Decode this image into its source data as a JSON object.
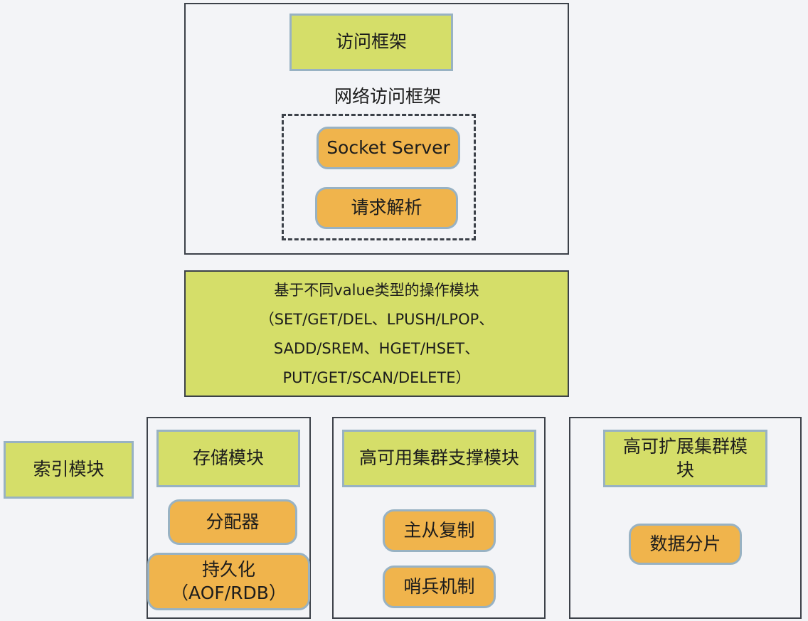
{
  "access": {
    "title": "访问框架",
    "subtitle": "网络访问框架",
    "socket": "Socket Server",
    "parse": "请求解析"
  },
  "ops": {
    "lines": [
      "基于不同value类型的操作模块",
      "（SET/GET/DEL、LPUSH/LPOP、",
      "SADD/SREM、HGET/HSET、",
      "PUT/GET/SCAN/DELETE）"
    ]
  },
  "index": {
    "label": "索引模块"
  },
  "storage": {
    "title": "存储模块",
    "allocator": "分配器",
    "persist_line1": "持久化",
    "persist_line2": "（AOF/RDB）"
  },
  "ha": {
    "title": "高可用集群支撑模块",
    "replication": "主从复制",
    "sentinel": "哨兵机制"
  },
  "scale": {
    "title_line1": "高可扩展集群模",
    "title_line2": "块",
    "sharding": "数据分片"
  }
}
